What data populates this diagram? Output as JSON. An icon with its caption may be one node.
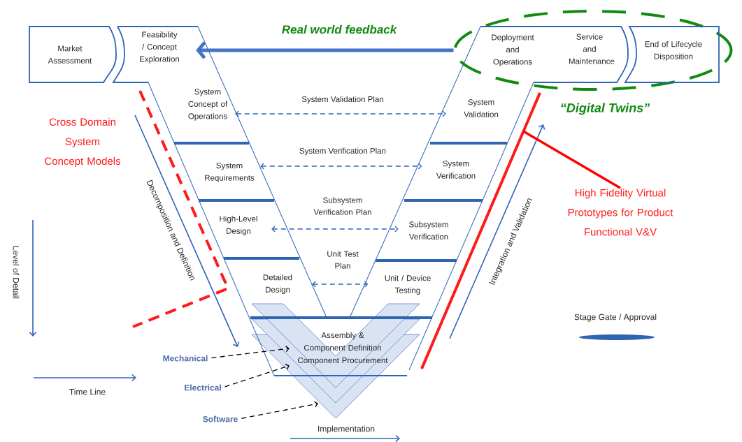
{
  "diagram": {
    "nodes": [
      {
        "text": [
          "Market Assessment"
        ]
      },
      {
        "text": [
          "Feasibility / Concept Exploration"
        ]
      },
      {
        "text": [
          "“Digital Twins”"
        ]
      },
      {
        "text": [
          "Deployment and Operations"
        ],
        "in": 2
      },
      {
        "text": [
          "Service and Maintenance"
        ],
        "in": 2
      },
      {
        "text": [
          "End of Lifecycle Disposition"
        ],
        "in": 2
      },
      {
        "text": [
          "System Concept of Operations"
        ]
      },
      {
        "text": [
          "System Validation"
        ]
      },
      {
        "text": [
          "System Requirements"
        ]
      },
      {
        "text": [
          "System Verification"
        ]
      },
      {
        "text": [
          "High-Level Design"
        ]
      },
      {
        "text": [
          "Subsystem Verification"
        ]
      },
      {
        "text": [
          "Detailed Design"
        ]
      },
      {
        "text": [
          "Unit / Device Testing"
        ]
      },
      {
        "text": [
          "Assembly & Component Definition",
          "Component Procurement"
        ]
      },
      {
        "text": [],
        "shape": "bar"
      },
      {
        "text": [
          "High Fidelity Virtual Prototypes for Product Functional V&V"
        ]
      },
      {
        "text": [
          "Mechanical"
        ]
      },
      {
        "text": [
          "Electrical"
        ]
      },
      {
        "text": [
          "Software"
        ]
      }
    ],
    "edges": [
      {
        "from": 2,
        "to": 1,
        "arrow": "to",
        "label": "Real world feedback",
        "style": "thick",
        "color": "#4472c4"
      },
      {
        "from": 6,
        "to": 7,
        "arrow": "both",
        "label": "System Validation Plan",
        "style": "dashed"
      },
      {
        "from": 8,
        "to": 9,
        "arrow": "both",
        "label": "System Verification Plan",
        "style": "dashed"
      },
      {
        "from": 10,
        "to": 11,
        "arrow": "both",
        "label": "Subsystem Verification Plan",
        "style": "dashed"
      },
      {
        "from": 12,
        "to": 13,
        "arrow": "both",
        "label": "Unit Test Plan",
        "style": "dashed"
      },
      {
        "from": 16,
        "to": 15,
        "arrow": "none",
        "style": "thick",
        "color": "#ff0000"
      },
      {
        "from": 17,
        "to": 14,
        "arrow": "to",
        "style": "dashed",
        "color": "#000000"
      },
      {
        "from": 18,
        "to": 14,
        "arrow": "to",
        "style": "dashed",
        "color": "#000000"
      },
      {
        "from": 19,
        "to": null,
        "arrow": "to",
        "style": "dashed",
        "color": "#000000"
      }
    ],
    "labels": [
      "Cross Domain System Concept Models",
      "Decomposition and Definition",
      "Integration and Validation",
      "Level of Detail",
      "Time Line",
      "Implementation"
    ],
    "legend": [
      {
        "text": "Stage Gate / Approval"
      }
    ]
  }
}
